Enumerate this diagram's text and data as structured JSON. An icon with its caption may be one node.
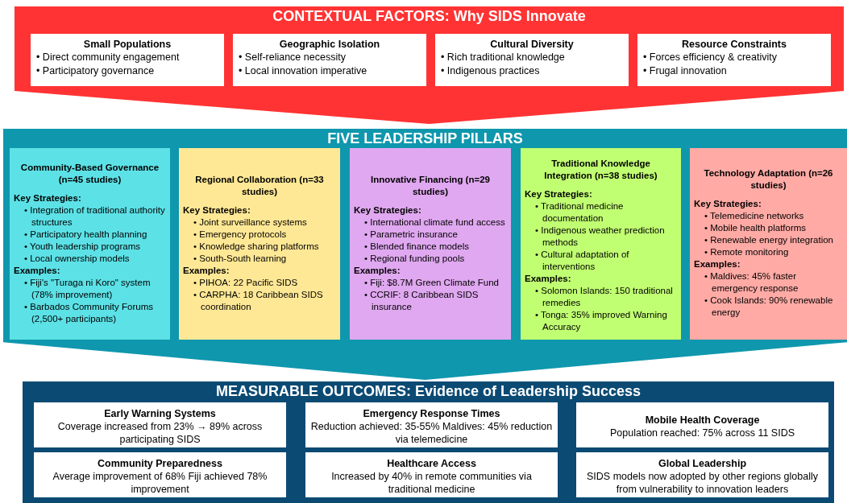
{
  "diagram": {
    "nodes": [
      {
        "text": [
          "CONTEXTUAL FACTORS: Why SIDS Innovate"
        ]
      },
      {
        "text": [
          "Small Populations",
          "• Direct community engagement",
          "• Participatory governance"
        ],
        "in": 0
      },
      {
        "text": [
          "Geographic Isolation",
          "• Self-reliance necessity",
          "• Local innovation imperative"
        ],
        "in": 0
      },
      {
        "text": [
          "Cultural Diversity",
          "• Rich traditional knowledge",
          "• Indigenous practices"
        ],
        "in": 0
      },
      {
        "text": [
          "Resource Constraints",
          "• Forces efficiency & creativity",
          "• Frugal innovation"
        ],
        "in": 0
      },
      {
        "text": [
          "FIVE LEADERSHIP PILLARS"
        ]
      },
      {
        "text": [
          "Community-Based Governance (n=45 studies)",
          "Key Strategies:",
          "• Integration of traditional authority structures",
          "• Participatory health planning",
          "• Youth leadership programs",
          "• Local ownership models",
          "Examples:",
          "• Fiji's \"Turaga ni Koro\" system (78% improvement)",
          "• Barbados Community Forums (2,500+ participants)"
        ],
        "in": 5
      },
      {
        "text": [
          "Regional Collaboration (n=33 studies)",
          "Key Strategies:",
          "• Joint surveillance systems",
          "• Emergency protocols",
          "• Knowledge sharing platforms",
          "• South-South learning",
          "Examples:",
          "• PIHOA: 22 Pacific SIDS",
          "• CARPHA: 18 Caribbean SIDS coordination"
        ],
        "in": 5
      },
      {
        "text": [
          "Innovative Financing (n=29 studies)",
          "Key Strategies:",
          "• International climate fund access",
          "• Parametric insurance",
          "• Blended finance models",
          "• Regional funding pools",
          "Examples:",
          "• Fiji: $8.7M Green Climate Fund",
          "• CCRIF: 8 Caribbean SIDS insurance"
        ],
        "in": 5
      },
      {
        "text": [
          "Traditional Knowledge Integration (n=38 studies)",
          "Key Strategies:",
          "• Traditional medicine documentation",
          "• Indigenous weather prediction methods",
          "• Cultural adaptation of interventions",
          "Examples:",
          "• Solomon Islands: 150 traditional remedies",
          "• Tonga: 35% improved Warning Accuracy"
        ],
        "in": 5
      },
      {
        "text": [
          "Technology Adaptation (n=26 studies)",
          "Key Strategies:",
          "• Telemedicine networks",
          "• Mobile health platforms",
          "• Renewable energy integration",
          "• Remote monitoring",
          "Examples:",
          "• Maldives: 45% faster emergency response",
          "• Cook Islands: 90% renewable energy"
        ],
        "in": 5
      },
      {
        "text": [
          "MEASURABLE OUTCOMES: Evidence of Leadership Success"
        ]
      },
      {
        "text": [
          "Early Warning Systems",
          "Coverage increased from 23% → 89% across participating SIDS"
        ],
        "in": 11
      },
      {
        "text": [
          "Emergency Response Times",
          "Reduction achieved: 35-55% Maldives: 45% reduction via telemedicine"
        ],
        "in": 11
      },
      {
        "text": [
          "Mobile Health Coverage",
          "Population reached: 75% across 11 SIDS"
        ],
        "in": 11
      },
      {
        "text": [
          "Community Preparedness",
          "Average improvement of 68% Fiji achieved 78% improvement"
        ],
        "in": 11
      },
      {
        "text": [
          "Healthcare Access",
          "Increased by 40% in remote communities via traditional medicine"
        ],
        "in": 11
      },
      {
        "text": [
          "Global Leadership",
          "SIDS models now adopted by other regions globally from vulnerability to innovation leaders"
        ],
        "in": 11
      }
    ]
  }
}
